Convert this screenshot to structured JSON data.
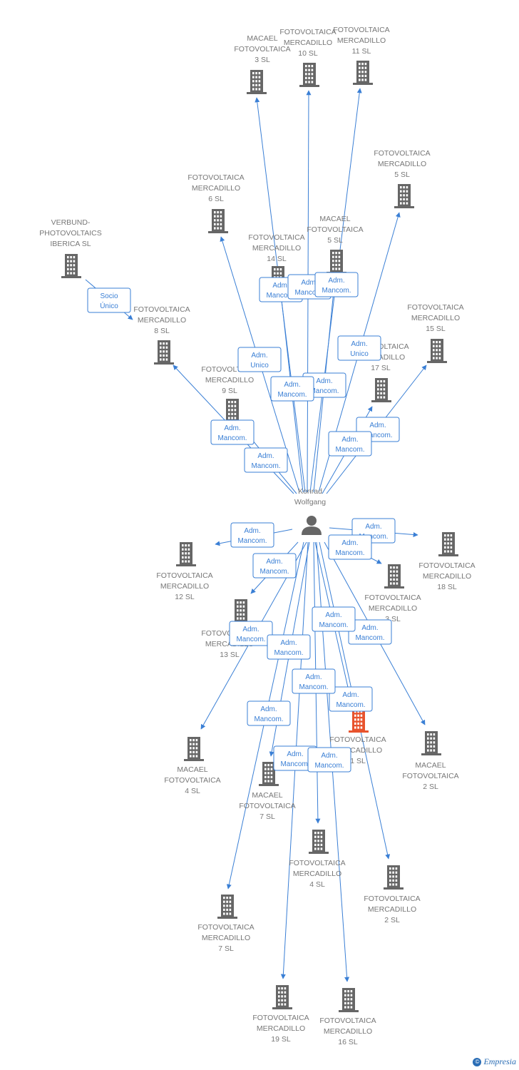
{
  "colors": {
    "edge": "#3a7fd5",
    "building": "#666666",
    "highlight": "#e8532d",
    "label": "#777777"
  },
  "person": {
    "icon": "person-icon",
    "lines": [
      "Konrad",
      "Wolfgang"
    ]
  },
  "brand": {
    "symbol": "©",
    "text": "Empresia"
  },
  "nodes": [
    {
      "id": "macael3",
      "lines": [
        "MACAEL",
        "FOTOVOLTAICA",
        "3 SL"
      ]
    },
    {
      "id": "fm10",
      "lines": [
        "FOTOVOLTAICA",
        "MERCADILLO",
        "10 SL"
      ]
    },
    {
      "id": "fm11",
      "lines": [
        "FOTOVOLTAICA",
        "MERCADILLO",
        "11 SL"
      ]
    },
    {
      "id": "fm5",
      "lines": [
        "FOTOVOLTAICA",
        "MERCADILLO",
        "5 SL"
      ]
    },
    {
      "id": "fm6",
      "lines": [
        "FOTOVOLTAICA",
        "MERCADILLO",
        "6 SL"
      ]
    },
    {
      "id": "verbund",
      "lines": [
        "VERBUND-",
        "PHOTOVOLTAICS",
        "IBERICA SL"
      ]
    },
    {
      "id": "macael5",
      "lines": [
        "MACAEL",
        "FOTOVOLTAICA",
        "5 SL"
      ]
    },
    {
      "id": "fm14",
      "lines": [
        "FOTOVOLTAICA",
        "MERCADILLO",
        "14 SL"
      ]
    },
    {
      "id": "fm8",
      "lines": [
        "FOTOVOLTAICA",
        "MERCADILLO",
        "8 SL"
      ]
    },
    {
      "id": "fm15",
      "lines": [
        "FOTOVOLTAICA",
        "MERCADILLO",
        "15 SL"
      ]
    },
    {
      "id": "fm17",
      "lines": [
        "FOTOVOLTAICA",
        "MERCADILLO",
        "17 SL"
      ]
    },
    {
      "id": "fm9",
      "lines": [
        "FOTOVOLTAICA",
        "MERCADILLO",
        "9 SL"
      ]
    },
    {
      "id": "fm12",
      "lines": [
        "FOTOVOLTAICA",
        "MERCADILLO",
        "12 SL"
      ]
    },
    {
      "id": "fm18",
      "lines": [
        "FOTOVOLTAICA",
        "MERCADILLO",
        "18 SL"
      ]
    },
    {
      "id": "fm3",
      "lines": [
        "FOTOVOLTAICA",
        "MERCADILLO",
        "3 SL"
      ]
    },
    {
      "id": "fm13",
      "lines": [
        "FOTOVOLTAICA",
        "MERCADILLO",
        "13 SL"
      ]
    },
    {
      "id": "fm1",
      "lines": [
        "FOTOVOLTAICA",
        "MERCADILLO",
        "1 SL"
      ],
      "highlight": true
    },
    {
      "id": "macael4",
      "lines": [
        "MACAEL",
        "FOTOVOLTAICA",
        "4 SL"
      ]
    },
    {
      "id": "macael7",
      "lines": [
        "MACAEL",
        "FOTOVOLTAICA",
        "7 SL"
      ]
    },
    {
      "id": "macael2",
      "lines": [
        "MACAEL",
        "FOTOVOLTAICA",
        "2 SL"
      ]
    },
    {
      "id": "fm4",
      "lines": [
        "FOTOVOLTAICA",
        "MERCADILLO",
        "4 SL"
      ]
    },
    {
      "id": "fm2",
      "lines": [
        "FOTOVOLTAICA",
        "MERCADILLO",
        "2 SL"
      ]
    },
    {
      "id": "fm7",
      "lines": [
        "FOTOVOLTAICA",
        "MERCADILLO",
        "7 SL"
      ]
    },
    {
      "id": "fm19",
      "lines": [
        "FOTOVOLTAICA",
        "MERCADILLO",
        "19 SL"
      ]
    },
    {
      "id": "fm16",
      "lines": [
        "FOTOVOLTAICA",
        "MERCADILLO",
        "16 SL"
      ]
    }
  ],
  "edges": [
    {
      "from": "person",
      "to": "macael3",
      "label": [
        "Adm.",
        "Mancom."
      ]
    },
    {
      "from": "person",
      "to": "fm10",
      "label": [
        "Adm.",
        "Mancom."
      ]
    },
    {
      "from": "person",
      "to": "fm11",
      "label": [
        "Adm.",
        "Mancom."
      ]
    },
    {
      "from": "person",
      "to": "fm5",
      "label": [
        "Adm.",
        "Unico"
      ]
    },
    {
      "from": "person",
      "to": "fm6",
      "label": [
        "Adm.",
        "Unico"
      ]
    },
    {
      "from": "person",
      "to": "macael5",
      "label": [
        "Adm.",
        "Mancom."
      ]
    },
    {
      "from": "person",
      "to": "fm14",
      "label": [
        "Adm.",
        "Mancom."
      ]
    },
    {
      "from": "person",
      "to": "fm8",
      "label": [
        "Adm.",
        "Mancom."
      ]
    },
    {
      "from": "person",
      "to": "fm15",
      "label": [
        "Adm.",
        "Mancom."
      ]
    },
    {
      "from": "person",
      "to": "fm17",
      "label": [
        "Adm.",
        "Mancom."
      ]
    },
    {
      "from": "person",
      "to": "fm9",
      "label": [
        "Adm.",
        "Mancom."
      ]
    },
    {
      "from": "verbund",
      "to": "fm8",
      "label": [
        "Socio",
        "Único"
      ]
    },
    {
      "from": "person",
      "to": "fm12",
      "label": [
        "Adm.",
        "Mancom."
      ]
    },
    {
      "from": "person",
      "to": "fm18",
      "label": [
        "Adm.",
        "Mancom."
      ]
    },
    {
      "from": "person",
      "to": "fm3",
      "label": [
        "Adm.",
        "Mancom."
      ]
    },
    {
      "from": "person",
      "to": "fm13",
      "label": [
        "Adm.",
        "Mancom."
      ]
    },
    {
      "from": "person",
      "to": "macael4",
      "label": [
        "Adm.",
        "Mancom."
      ]
    },
    {
      "from": "person",
      "to": "macael7",
      "label": [
        "Adm.",
        "Mancom."
      ]
    },
    {
      "from": "person",
      "to": "fm1",
      "label": [
        "Adm.",
        "Mancom."
      ]
    },
    {
      "from": "person",
      "to": "macael2",
      "label": [
        "Adm.",
        "Mancom."
      ]
    },
    {
      "from": "person",
      "to": "fm4",
      "label": [
        "Adm.",
        "Mancom."
      ]
    },
    {
      "from": "person",
      "to": "fm2",
      "label": [
        "Adm.",
        "Mancom."
      ]
    },
    {
      "from": "person",
      "to": "fm7",
      "label": [
        "Adm.",
        "Mancom."
      ]
    },
    {
      "from": "person",
      "to": "fm19",
      "label": [
        "Adm.",
        "Mancom."
      ]
    },
    {
      "from": "person",
      "to": "fm16",
      "label": [
        "Adm.",
        "Mancom."
      ]
    }
  ]
}
